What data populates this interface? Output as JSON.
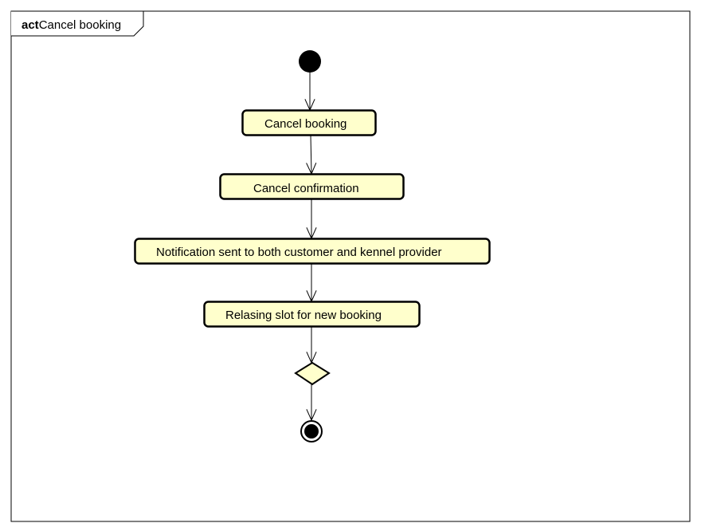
{
  "frame": {
    "keyword": "act",
    "name": "Cancel booking"
  },
  "colors": {
    "action_fill": "#ffffcc",
    "stroke": "#000000",
    "node_fill": "#000000",
    "background": "#ffffff"
  },
  "actions": [
    {
      "id": "cancel-booking",
      "label": "Cancel booking"
    },
    {
      "id": "cancel-confirmation",
      "label": "Cancel confirmation"
    },
    {
      "id": "notification-sent",
      "label": "Notification sent to both customer and kennel provider"
    },
    {
      "id": "releasing-slot",
      "label": "Relasing slot for new booking"
    }
  ],
  "flow": [
    [
      "initial-node",
      "cancel-booking"
    ],
    [
      "cancel-booking",
      "cancel-confirmation"
    ],
    [
      "cancel-confirmation",
      "notification-sent"
    ],
    [
      "notification-sent",
      "releasing-slot"
    ],
    [
      "releasing-slot",
      "decision-node"
    ],
    [
      "decision-node",
      "final-node"
    ]
  ]
}
